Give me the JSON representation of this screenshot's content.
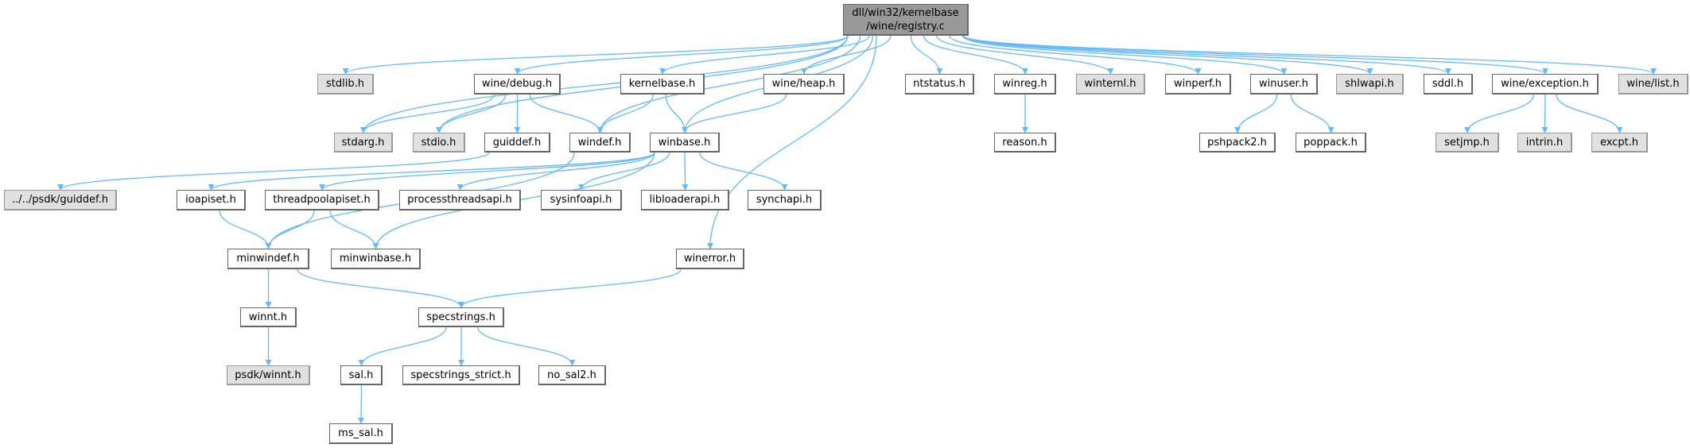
{
  "colors": {
    "edge": "#63b8ff",
    "root_fill": "#999999",
    "external_fill": "#e0e0e0",
    "node_fill": "#ffffff"
  },
  "nodes": {
    "root": {
      "label": "dll/win32/kernelbase\n/wine/registry.c",
      "kind": "root"
    },
    "stdlib": {
      "label": "stdlib.h",
      "kind": "ext"
    },
    "wine_debug": {
      "label": "wine/debug.h",
      "kind": "doc"
    },
    "kernelbase": {
      "label": "kernelbase.h",
      "kind": "doc"
    },
    "wine_heap": {
      "label": "wine/heap.h",
      "kind": "doc"
    },
    "ntstatus": {
      "label": "ntstatus.h",
      "kind": "doc"
    },
    "winreg": {
      "label": "winreg.h",
      "kind": "doc"
    },
    "winternl": {
      "label": "winternl.h",
      "kind": "ext"
    },
    "winperf": {
      "label": "winperf.h",
      "kind": "doc"
    },
    "winuser": {
      "label": "winuser.h",
      "kind": "doc"
    },
    "shlwapi": {
      "label": "shlwapi.h",
      "kind": "ext"
    },
    "sddl": {
      "label": "sddl.h",
      "kind": "doc"
    },
    "wine_exception": {
      "label": "wine/exception.h",
      "kind": "doc"
    },
    "wine_list": {
      "label": "wine/list.h",
      "kind": "ext"
    },
    "stdarg": {
      "label": "stdarg.h",
      "kind": "ext"
    },
    "stdio": {
      "label": "stdio.h",
      "kind": "ext"
    },
    "guiddef": {
      "label": "guiddef.h",
      "kind": "doc"
    },
    "windef": {
      "label": "windef.h",
      "kind": "doc"
    },
    "winbase": {
      "label": "winbase.h",
      "kind": "doc"
    },
    "reason": {
      "label": "reason.h",
      "kind": "doc"
    },
    "pshpack2": {
      "label": "pshpack2.h",
      "kind": "doc"
    },
    "poppack": {
      "label": "poppack.h",
      "kind": "doc"
    },
    "setjmp": {
      "label": "setjmp.h",
      "kind": "ext"
    },
    "intrin": {
      "label": "intrin.h",
      "kind": "ext"
    },
    "excpt": {
      "label": "excpt.h",
      "kind": "ext"
    },
    "psdk_guiddef": {
      "label": "../../psdk/guiddef.h",
      "kind": "ext"
    },
    "ioapiset": {
      "label": "ioapiset.h",
      "kind": "doc"
    },
    "threadpoolapiset": {
      "label": "threadpoolapiset.h",
      "kind": "doc"
    },
    "processthreadsapi": {
      "label": "processthreadsapi.h",
      "kind": "doc"
    },
    "sysinfoapi": {
      "label": "sysinfoapi.h",
      "kind": "doc"
    },
    "libloaderapi": {
      "label": "libloaderapi.h",
      "kind": "doc"
    },
    "synchapi": {
      "label": "synchapi.h",
      "kind": "doc"
    },
    "minwindef": {
      "label": "minwindef.h",
      "kind": "doc"
    },
    "minwinbase": {
      "label": "minwinbase.h",
      "kind": "doc"
    },
    "winerror": {
      "label": "winerror.h",
      "kind": "doc"
    },
    "winnt": {
      "label": "winnt.h",
      "kind": "doc"
    },
    "specstrings": {
      "label": "specstrings.h",
      "kind": "doc"
    },
    "psdk_winnt": {
      "label": "psdk/winnt.h",
      "kind": "ext"
    },
    "sal": {
      "label": "sal.h",
      "kind": "doc"
    },
    "specstrings_strict": {
      "label": "specstrings_strict.h",
      "kind": "doc"
    },
    "no_sal2": {
      "label": "no_sal2.h",
      "kind": "doc"
    },
    "ms_sal": {
      "label": "ms_sal.h",
      "kind": "doc"
    }
  },
  "edges": [
    [
      "root",
      "stdlib"
    ],
    [
      "root",
      "stdarg"
    ],
    [
      "root",
      "stdio"
    ],
    [
      "root",
      "wine_debug"
    ],
    [
      "root",
      "windef"
    ],
    [
      "root",
      "kernelbase"
    ],
    [
      "root",
      "winbase"
    ],
    [
      "root",
      "wine_heap"
    ],
    [
      "root",
      "ntstatus"
    ],
    [
      "root",
      "winreg"
    ],
    [
      "root",
      "winternl"
    ],
    [
      "root",
      "winperf"
    ],
    [
      "root",
      "winuser"
    ],
    [
      "root",
      "shlwapi"
    ],
    [
      "root",
      "sddl"
    ],
    [
      "root",
      "wine_exception"
    ],
    [
      "root",
      "wine_list"
    ],
    [
      "root",
      "winerror"
    ],
    [
      "wine_debug",
      "stdarg"
    ],
    [
      "wine_debug",
      "stdio"
    ],
    [
      "wine_debug",
      "guiddef"
    ],
    [
      "wine_debug",
      "windef"
    ],
    [
      "kernelbase",
      "windef"
    ],
    [
      "kernelbase",
      "winbase"
    ],
    [
      "wine_heap",
      "winbase"
    ],
    [
      "guiddef",
      "psdk_guiddef"
    ],
    [
      "windef",
      "minwindef"
    ],
    [
      "winbase",
      "ioapiset"
    ],
    [
      "winbase",
      "threadpoolapiset"
    ],
    [
      "winbase",
      "processthreadsapi"
    ],
    [
      "winbase",
      "sysinfoapi"
    ],
    [
      "winbase",
      "libloaderapi"
    ],
    [
      "winbase",
      "synchapi"
    ],
    [
      "winbase",
      "minwinbase"
    ],
    [
      "winreg",
      "reason"
    ],
    [
      "winuser",
      "pshpack2"
    ],
    [
      "winuser",
      "poppack"
    ],
    [
      "wine_exception",
      "setjmp"
    ],
    [
      "wine_exception",
      "intrin"
    ],
    [
      "wine_exception",
      "excpt"
    ],
    [
      "ioapiset",
      "minwindef"
    ],
    [
      "threadpoolapiset",
      "minwindef"
    ],
    [
      "threadpoolapiset",
      "minwinbase"
    ],
    [
      "minwindef",
      "winnt"
    ],
    [
      "minwindef",
      "specstrings"
    ],
    [
      "winerror",
      "specstrings"
    ],
    [
      "winnt",
      "psdk_winnt"
    ],
    [
      "specstrings",
      "sal"
    ],
    [
      "specstrings",
      "specstrings_strict"
    ],
    [
      "specstrings",
      "no_sal2"
    ],
    [
      "sal",
      "ms_sal"
    ]
  ]
}
